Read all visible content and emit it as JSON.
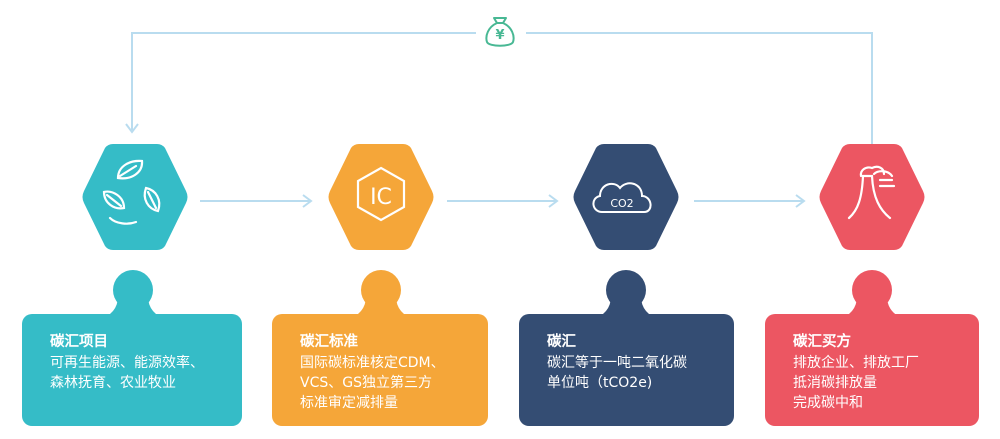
{
  "colors": {
    "arrow": "#b9dcef",
    "money_icon": "#48b894",
    "teal": "#35bcc7",
    "orange": "#f5a639",
    "navy": "#344d73",
    "red": "#ec5662"
  },
  "money_icon": {
    "symbol": "¥",
    "name": "money-bag-icon"
  },
  "steps": [
    {
      "icon": "leaves-icon",
      "title": "碳汇项目",
      "lines": [
        "可再生能源、能源效率、",
        "森林抚育、农业牧业"
      ]
    },
    {
      "icon": "ic-standard-icon",
      "icon_text": "IC",
      "title": "碳汇标准",
      "lines": [
        "国际碳标准核定CDM、",
        "VCS、GS独立第三方",
        "标准审定减排量"
      ]
    },
    {
      "icon": "co2-cloud-icon",
      "icon_text": "CO2",
      "title": "碳汇",
      "lines": [
        "碳汇等于一吨二氧化碳",
        "单位吨（tCO2e)"
      ]
    },
    {
      "icon": "factory-chimney-icon",
      "title": "碳汇买方",
      "lines": [
        "排放企业、排放工厂",
        "抵消碳排放量",
        "完成碳中和"
      ]
    }
  ]
}
